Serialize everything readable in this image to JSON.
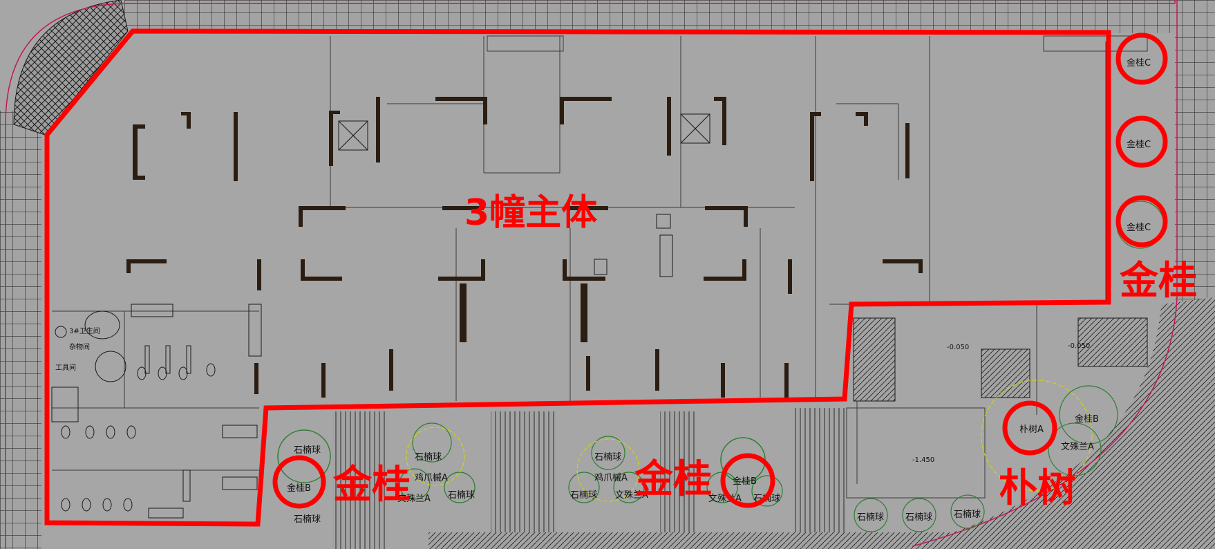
{
  "colors": {
    "background": "#a6a6a6",
    "paving": "#9c9c9c",
    "grid_line": "#1a1a1a",
    "wall": "#2b1d12",
    "thin_line": "#3a3a3a",
    "boundary_red": "#ff0000",
    "property_line": "#c2185b",
    "tree_green": "#2e7d32",
    "tree_yellow": "#d8d800"
  },
  "labels": {
    "building_main": "3幢主体",
    "jingui_right": "金桂",
    "jingui_left": "金桂",
    "jingui_middle": "金桂",
    "pushu": "朴树"
  },
  "tree_tags": {
    "jinguiC": "金桂C",
    "jinguiB": "金桂B",
    "shinan": "石楠球",
    "jizhao": "鸡爪槭A",
    "wenkuang": "文殊兰A",
    "pushuA": "朴树A",
    "jinguiB2": "金桂B"
  },
  "room_labels": {
    "toilet_3": "3#卫生间",
    "anti_fall": "杂物间",
    "tool_room": "工具间",
    "level_a": "-0.050",
    "level_b": "-1.450",
    "level_c": "-0.050"
  }
}
